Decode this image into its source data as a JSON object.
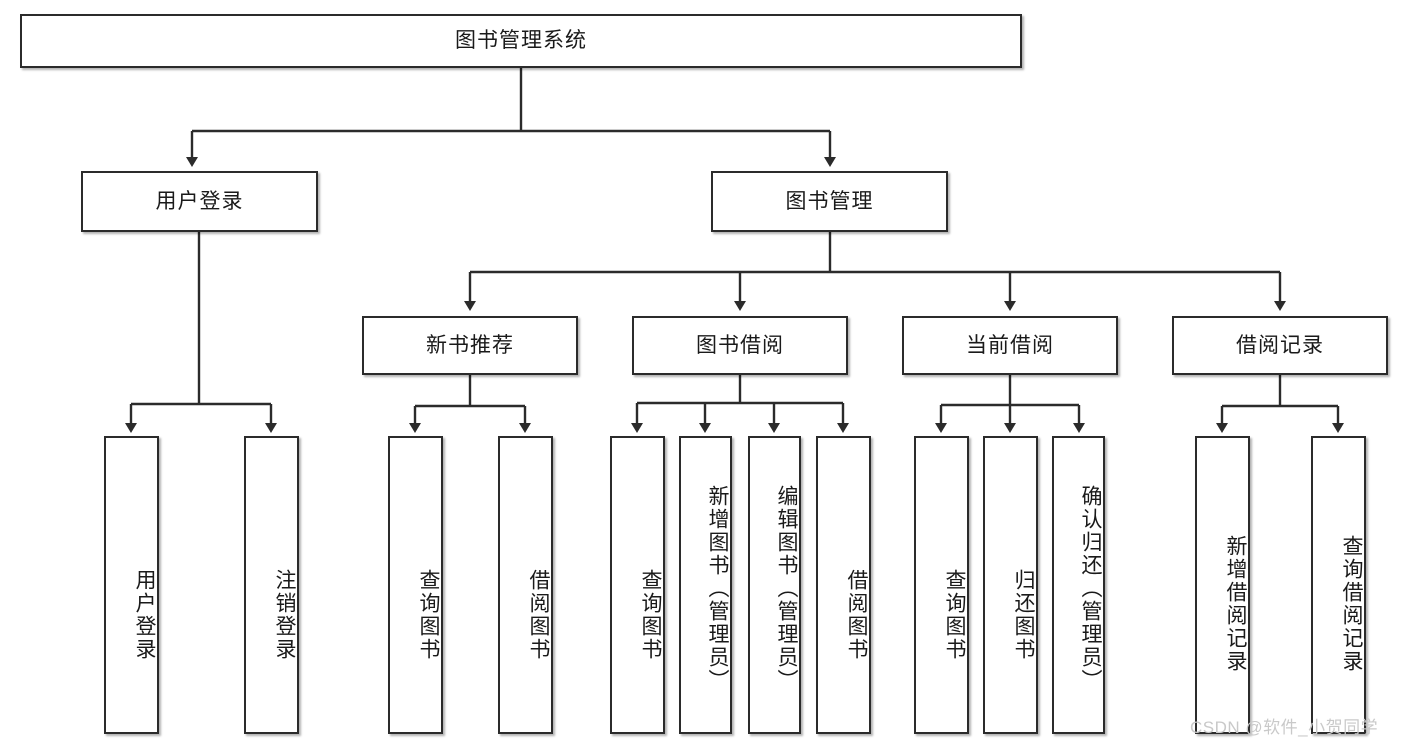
{
  "diagram": {
    "title": "图书管理系统",
    "type": "hierarchy-tree",
    "watermark": "CSDN @软件_小贺同学",
    "colors": {
      "box_border": "#2b2b2b",
      "box_fill": "#ffffff",
      "connector": "#2b2b2b",
      "text": "#1a1a1a",
      "watermark": "#c9c9c9"
    },
    "levels": [
      {
        "level": 1,
        "nodes": [
          {
            "id": "root",
            "label": "图书管理系统",
            "orientation": "horizontal"
          }
        ]
      },
      {
        "level": 2,
        "nodes": [
          {
            "id": "login",
            "label": "用户登录",
            "orientation": "horizontal",
            "parent": "root"
          },
          {
            "id": "bookmgmt",
            "label": "图书管理",
            "orientation": "horizontal",
            "parent": "root"
          }
        ]
      },
      {
        "level": 3,
        "nodes": [
          {
            "id": "newbook",
            "label": "新书推荐",
            "orientation": "horizontal",
            "parent": "bookmgmt"
          },
          {
            "id": "borrow",
            "label": "图书借阅",
            "orientation": "horizontal",
            "parent": "bookmgmt"
          },
          {
            "id": "current",
            "label": "当前借阅",
            "orientation": "horizontal",
            "parent": "bookmgmt"
          },
          {
            "id": "records",
            "label": "借阅记录",
            "orientation": "horizontal",
            "parent": "bookmgmt"
          }
        ]
      },
      {
        "level": 4,
        "nodes": [
          {
            "id": "leaf1",
            "label": "用户登录",
            "orientation": "vertical",
            "parent": "login"
          },
          {
            "id": "leaf2",
            "label": "注销登录",
            "orientation": "vertical",
            "parent": "login"
          },
          {
            "id": "leaf3",
            "label": "查询图书",
            "orientation": "vertical",
            "parent": "newbook"
          },
          {
            "id": "leaf4",
            "label": "借阅图书",
            "orientation": "vertical",
            "parent": "newbook"
          },
          {
            "id": "leaf5",
            "label": "查询图书",
            "orientation": "vertical",
            "parent": "borrow"
          },
          {
            "id": "leaf6",
            "label": "新增图书（管理员）",
            "orientation": "vertical",
            "parent": "borrow"
          },
          {
            "id": "leaf7",
            "label": "编辑图书（管理员）",
            "orientation": "vertical",
            "parent": "borrow"
          },
          {
            "id": "leaf8",
            "label": "借阅图书",
            "orientation": "vertical",
            "parent": "borrow"
          },
          {
            "id": "leaf9",
            "label": "查询图书",
            "orientation": "vertical",
            "parent": "current"
          },
          {
            "id": "leaf10",
            "label": "归还图书",
            "orientation": "vertical",
            "parent": "current"
          },
          {
            "id": "leaf11",
            "label": "确认归还（管理员）",
            "orientation": "vertical",
            "parent": "current"
          },
          {
            "id": "leaf12",
            "label": "新增借阅记录",
            "orientation": "vertical",
            "parent": "records"
          },
          {
            "id": "leaf13",
            "label": "查询借阅记录",
            "orientation": "vertical",
            "parent": "records"
          }
        ]
      }
    ]
  }
}
